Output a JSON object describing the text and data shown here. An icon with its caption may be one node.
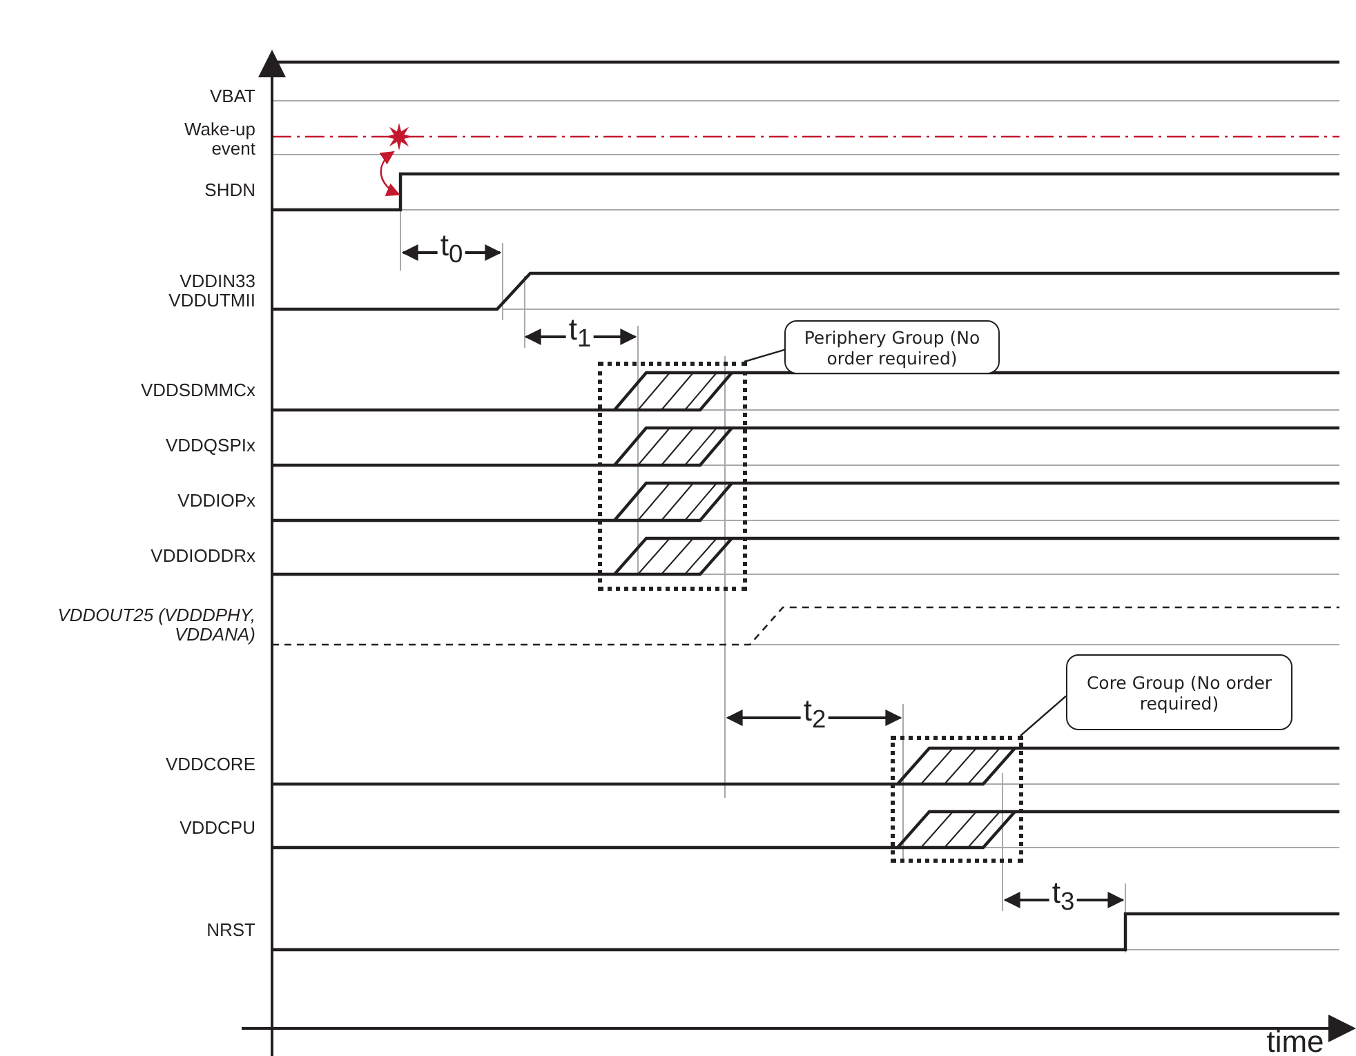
{
  "diagram": {
    "nodes": [
      {
        "text": [
          "Periphery Group (No order required)"
        ]
      },
      {
        "text": [],
        "shape": "box"
      },
      {
        "text": [
          "Core Group (No order required)"
        ]
      },
      {
        "text": [],
        "shape": "box"
      }
    ],
    "edges": [
      {
        "from": 0,
        "to": 1,
        "arrow": "none"
      },
      {
        "from": 2,
        "to": 3,
        "arrow": "none"
      }
    ],
    "labels": [
      "VBAT",
      "Wake-up event",
      "SHDN",
      "t$_{0}$",
      "VDDIN33 VDDUTMII",
      "t$_{1}$",
      "VDDSDMMCx",
      "VDDQSPIx",
      "VDDIOPx",
      "VDDIODDRx",
      "VDDOUT25 (VDDDPHY, VDDANA)",
      "t$_{2}$",
      "VDDCORE",
      "VDDCPU",
      "t$_{3}$",
      "NRST",
      "time"
    ]
  }
}
